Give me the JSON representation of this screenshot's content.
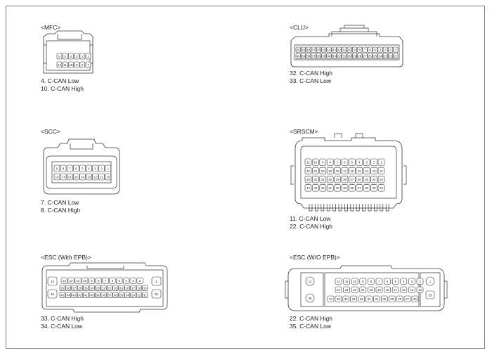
{
  "connectors": [
    {
      "id": "mfc",
      "title": "<MFC>",
      "pins": [
        {
          "num": "4",
          "signal": "C-CAN Low",
          "label": "4. C-CAN Low"
        },
        {
          "num": "10",
          "signal": "C-CAN High",
          "label": "10. C-CAN High"
        }
      ]
    },
    {
      "id": "clu",
      "title": "<CLU>",
      "pins": [
        {
          "num": "32",
          "signal": "C-CAN High",
          "label": "32. C-CAN High"
        },
        {
          "num": "33",
          "signal": "C-CAN Low",
          "label": "33. C-CAN Low"
        }
      ]
    },
    {
      "id": "scc",
      "title": "<SCC>",
      "pins": [
        {
          "num": "7",
          "signal": "C-CAN Low",
          "label": "7. C-CAN Low"
        },
        {
          "num": "8",
          "signal": "C-CAN High",
          "label": "8. C-CAN High"
        }
      ]
    },
    {
      "id": "srscm",
      "title": "<SRSCM>",
      "pins": [
        {
          "num": "11",
          "signal": "C-CAN Low",
          "label": "11. C-CAN Low"
        },
        {
          "num": "22",
          "signal": "C-CAN High",
          "label": "22. C-CAN High"
        }
      ]
    },
    {
      "id": "esc_epb",
      "title": "<ESC (With EPB)>",
      "pins": [
        {
          "num": "33",
          "signal": "C-CAN High",
          "label": "33. C-CAN High"
        },
        {
          "num": "34",
          "signal": "C-CAN Low",
          "label": "34. C-CAN Low"
        }
      ]
    },
    {
      "id": "esc_noepb",
      "title": "<ESC (W/O EPB)>",
      "pins": [
        {
          "num": "22",
          "signal": "C-CAN High",
          "label": "22. C-CAN High"
        },
        {
          "num": "35",
          "signal": "C-CAN Low",
          "label": "35. C-CAN Low"
        }
      ]
    }
  ],
  "pin_rows": {
    "mfc": [
      [
        "6",
        "5",
        "4",
        "3",
        "2",
        "1"
      ],
      [
        "12",
        "11",
        "10",
        "9",
        "8",
        "7"
      ]
    ],
    "clu": [
      [
        "20",
        "19",
        "18",
        "17",
        "16",
        "15",
        "14",
        "13",
        "12",
        "11",
        "10",
        "9",
        "8",
        "7",
        "6",
        "5",
        "4",
        "3",
        "2",
        "1"
      ],
      [
        "40",
        "39",
        "38",
        "37",
        "36",
        "35",
        "34",
        "33",
        "32",
        "31",
        "30",
        "29",
        "28",
        "27",
        "26",
        "25",
        "24",
        "23",
        "22",
        "21"
      ]
    ],
    "scc": [
      [
        "9",
        "8",
        "7",
        "6",
        "5",
        "4",
        "3",
        "2",
        "1"
      ],
      [
        "18",
        "17",
        "16",
        "15",
        "14",
        "13",
        "12",
        "11",
        "10"
      ]
    ],
    "srscm": [
      [
        "11",
        "10",
        "9",
        "8",
        "7",
        "6",
        "5",
        "4",
        "3",
        "2",
        "1"
      ],
      [
        "22",
        "21",
        "20",
        "19",
        "18",
        "17",
        "16",
        "15",
        "14",
        "13",
        "12"
      ],
      [
        "33",
        "32",
        "31",
        "30",
        "29",
        "28",
        "27",
        "26",
        "25",
        "24",
        "23"
      ],
      [
        "44",
        "43",
        "42",
        "41",
        "40",
        "39",
        "38",
        "37",
        "36",
        "35",
        "34"
      ]
    ],
    "esc_epb": {
      "left_large": [
        "14",
        "46"
      ],
      "right_large": [
        "1",
        "30"
      ],
      "rows": [
        [
          "13",
          "12",
          "11",
          "10",
          "9",
          "8",
          "7",
          "6",
          "5",
          "4",
          "3",
          "2"
        ],
        [
          "29",
          "28",
          "27",
          "26",
          "25",
          "24",
          "23",
          "22",
          "21",
          "20",
          "19",
          "18",
          "17",
          "16",
          "15"
        ],
        [
          "45",
          "44",
          "43",
          "42",
          "41",
          "40",
          "39",
          "38",
          "37",
          "36",
          "35",
          "34",
          "33",
          "32",
          "31"
        ]
      ]
    },
    "esc_noepb": {
      "left_large": [
        "13",
        "38"
      ],
      "right_large": [
        "1",
        "25"
      ],
      "rows": [
        [
          "12",
          "11",
          "10",
          "9",
          "8",
          "7",
          "6",
          "5",
          "4",
          "3",
          "2"
        ],
        [
          "24",
          "23",
          "22",
          "21",
          "20",
          "19",
          "18",
          "17",
          "16",
          "15",
          "14"
        ],
        [
          "37",
          "36",
          "35",
          "34",
          "33",
          "32",
          "31",
          "30",
          "29",
          "28",
          "27",
          "26"
        ]
      ]
    }
  }
}
